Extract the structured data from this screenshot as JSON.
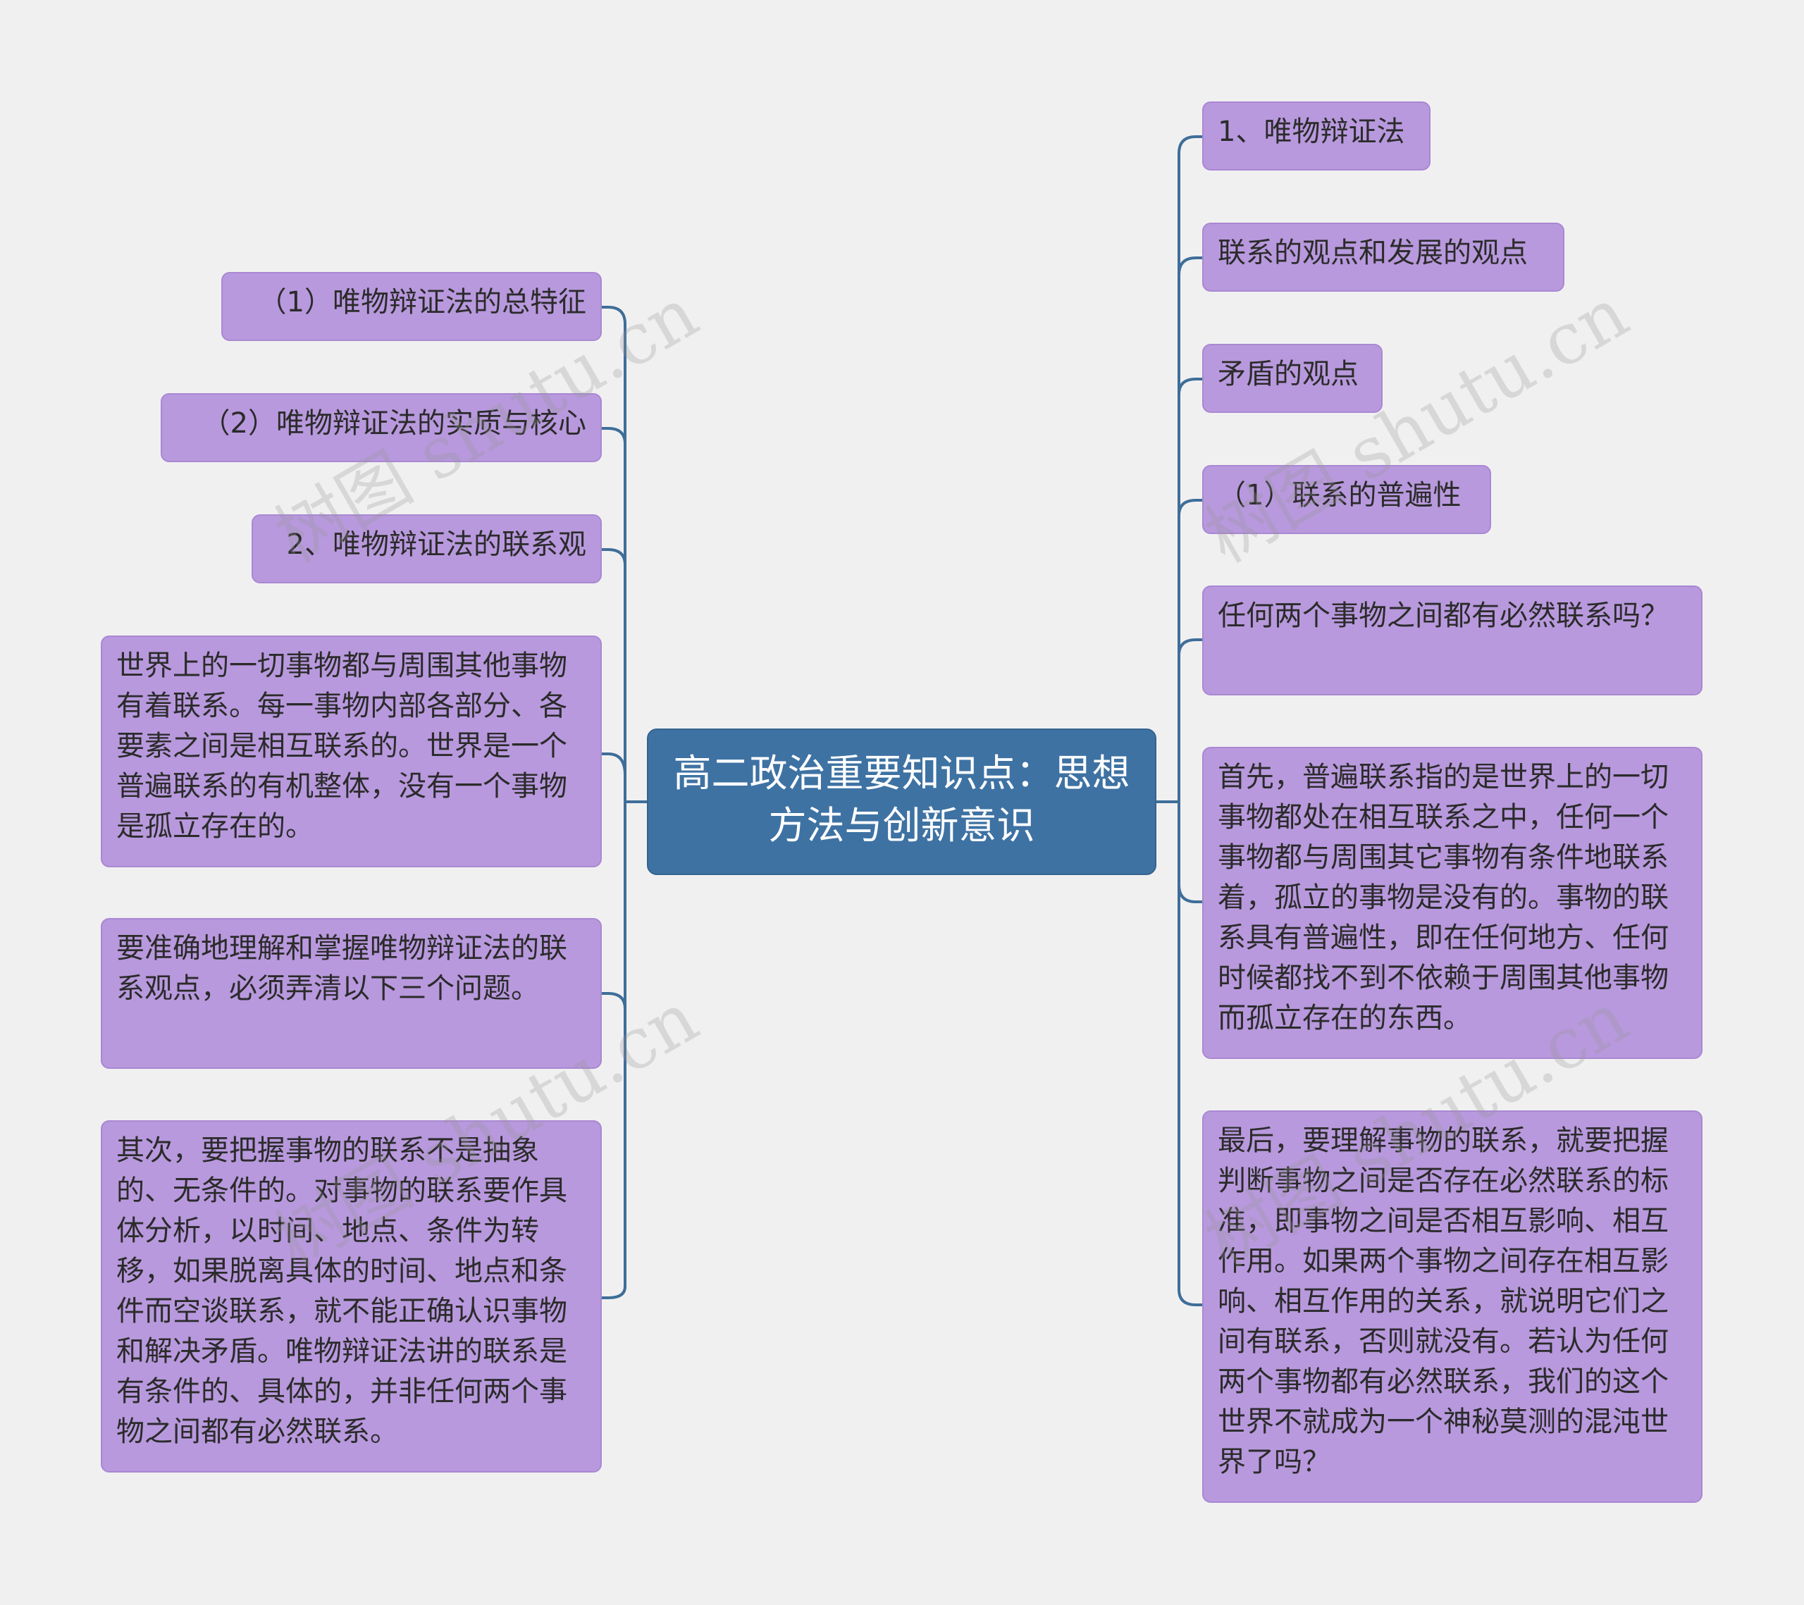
{
  "center": {
    "text": "高二政治重要知识点：思想方法与创新意识"
  },
  "left_nodes": [
    {
      "text": "（1）唯物辩证法的总特征"
    },
    {
      "text": "（2）唯物辩证法的实质与核心"
    },
    {
      "text": "2、唯物辩证法的联系观"
    },
    {
      "text": "世界上的一切事物都与周围其他事物有着联系。每一事物内部各部分、各要素之间是相互联系的。世界是一个普遍联系的有机整体，没有一个事物是孤立存在的。"
    },
    {
      "text": "要准确地理解和掌握唯物辩证法的联系观点，必须弄清以下三个问题。"
    },
    {
      "text": "其次，要把握事物的联系不是抽象的、无条件的。对事物的联系要作具体分析，以时间、地点、条件为转移，如果脱离具体的时间、地点和条件而空谈联系，就不能正确认识事物和解决矛盾。唯物辩证法讲的联系是有条件的、具体的，并非任何两个事物之间都有必然联系。"
    }
  ],
  "right_nodes": [
    {
      "text": "1、唯物辩证法"
    },
    {
      "text": "联系的观点和发展的观点"
    },
    {
      "text": "矛盾的观点"
    },
    {
      "text": "（1）联系的普遍性"
    },
    {
      "text": "任何两个事物之间都有必然联系吗？"
    },
    {
      "text": "首先，普遍联系指的是世界上的一切事物都处在相互联系之中，任何一个事物都与周围其它事物有条件地联系着，孤立的事物是没有的。事物的联系具有普遍性，即在任何地方、任何时候都找不到不依赖于周围其他事物而孤立存在的东西。"
    },
    {
      "text": "最后，要理解事物的联系，就要把握判断事物之间是否存在必然联系的标准，即事物之间是否相互影响、相互作用。如果两个事物之间存在相互影响、相互作用的关系，就说明它们之间有联系，否则就没有。若认为任何两个事物都有必然联系，我们的这个世界不就成为一个神秘莫测的混沌世界了吗？"
    }
  ],
  "watermark": "树图 shutu.cn",
  "colors": {
    "background": "#f1f0f1",
    "center_fill": "#3e72a3",
    "node_fill": "#b899dd",
    "connector": "#3e6e99"
  }
}
